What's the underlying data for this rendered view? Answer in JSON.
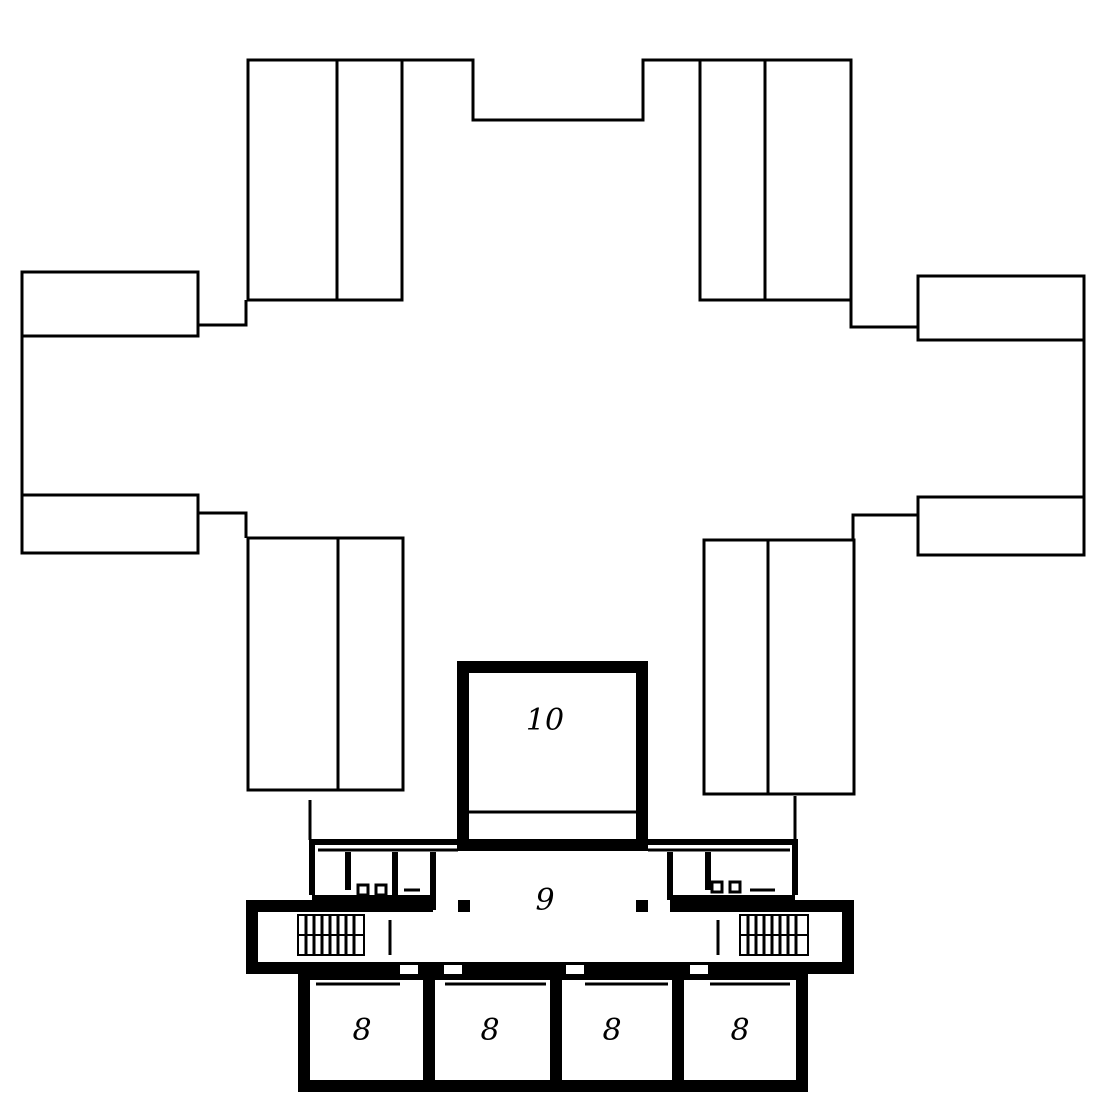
{
  "rooms": {
    "r10": "10",
    "r9": "9",
    "r8a": "8",
    "r8b": "8",
    "r8c": "8",
    "r8d": "8"
  }
}
